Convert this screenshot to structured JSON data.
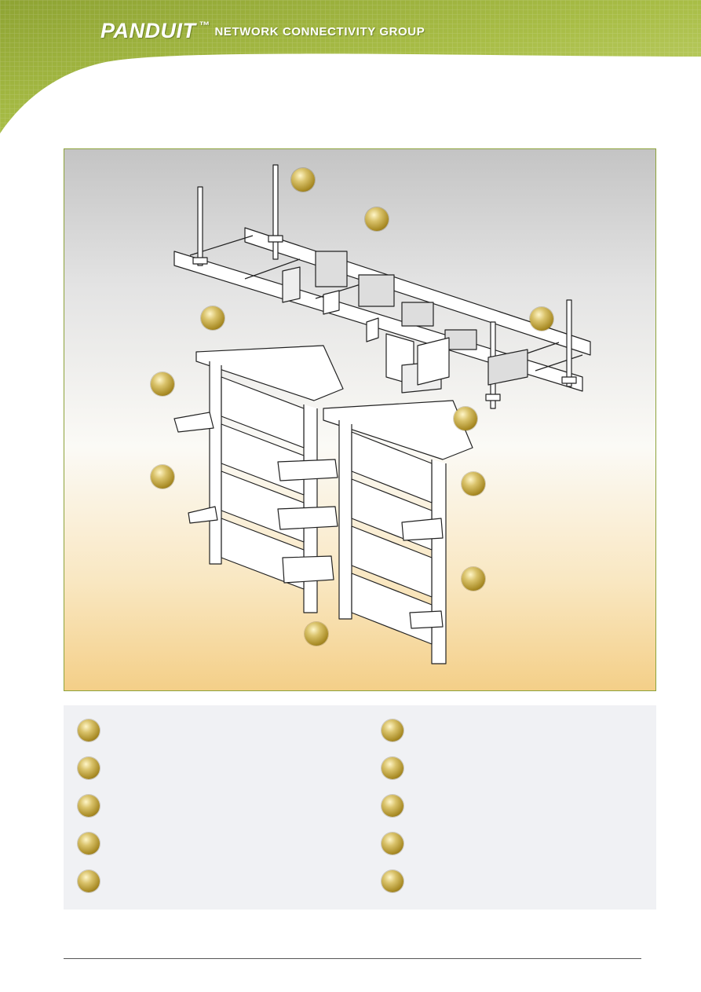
{
  "header": {
    "brand_name": "PANDUIT",
    "brand_tm": "™",
    "brand_group": "NETWORK CONNECTIVITY GROUP",
    "colors": {
      "green_dark": "#7e9a28",
      "green_light": "#b9cc5a"
    }
  },
  "figure": {
    "callouts": [
      "callout-1",
      "callout-2",
      "callout-3",
      "callout-4",
      "callout-5",
      "callout-6",
      "callout-7",
      "callout-8",
      "callout-9",
      "callout-10"
    ]
  },
  "legend": {
    "items": [
      "",
      "",
      "",
      "",
      "",
      "",
      "",
      "",
      "",
      ""
    ]
  },
  "colors": {
    "frame_border": "#8da23b",
    "legend_bg": "#f0f1f4",
    "ball": "#b39a37"
  }
}
